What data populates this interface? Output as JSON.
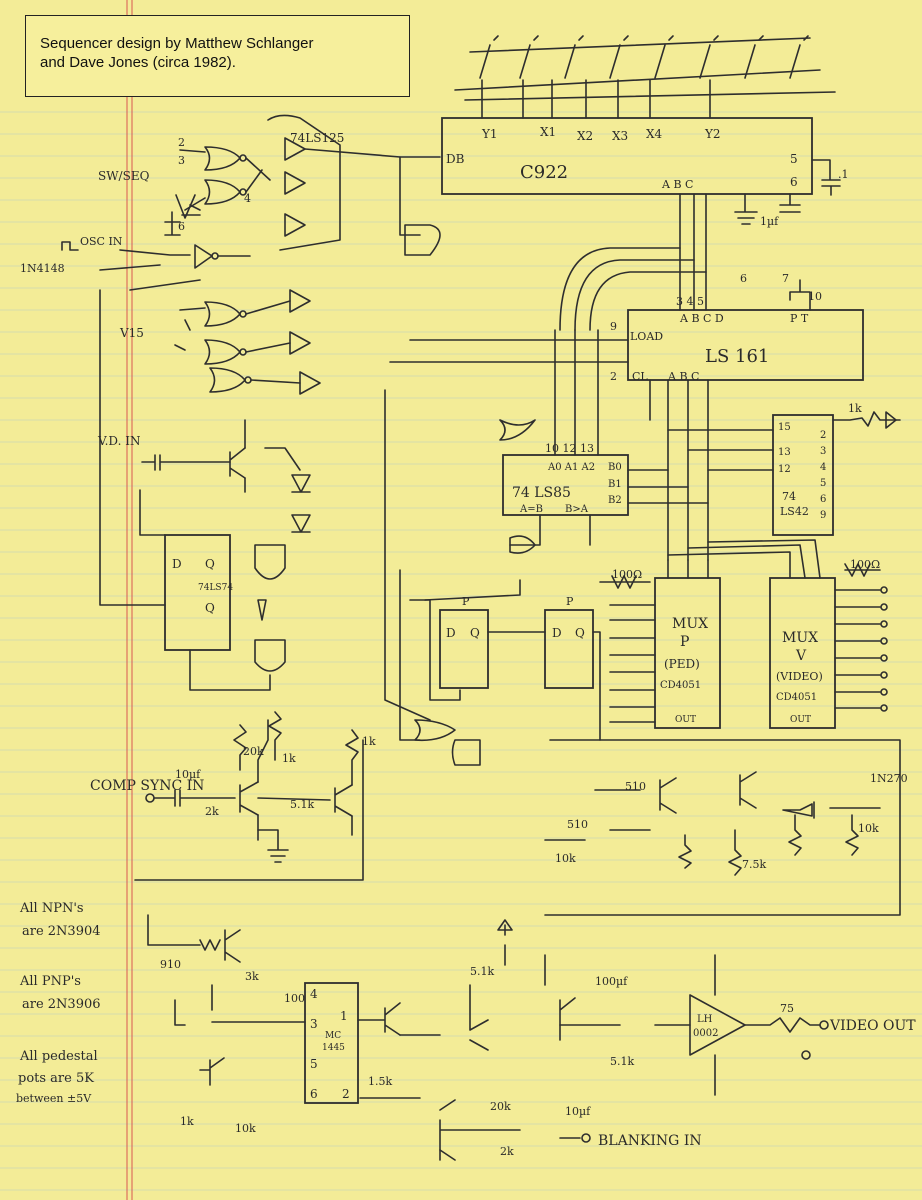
{
  "caption": {
    "line1": "Sequencer design by Matthew Schlanger",
    "line2": "and Dave Jones (circa 1982)."
  },
  "chips": {
    "c922": "C922",
    "ls161": "LS 161",
    "ls85": "74 LS85",
    "ls42": "74 LS42",
    "ls74a": "74LS74",
    "ls125": "74LS125",
    "mux_p": [
      "MUX",
      "P",
      "(PED)",
      "CD4051"
    ],
    "mux_v": [
      "MUX",
      "V",
      "(VIDEO)",
      "CD4051"
    ],
    "mc1445": "MC 1445",
    "lh0002": "LH 0002"
  },
  "signals": {
    "sw_seq": "SW/SEQ",
    "osc_in": "OSC IN",
    "diode": "1N4148",
    "v15": "V15",
    "vd_in": "V.D. IN",
    "comp_sync": "COMP SYNC IN",
    "video_out": "VIDEO OUT",
    "blanking": "BLANKING IN",
    "diode2": "1N270"
  },
  "notes": {
    "npn": [
      "All NPN's",
      "are 2N3904"
    ],
    "pnp": [
      "All PNP's",
      "are 2N3906"
    ],
    "pots": [
      "All pedestal",
      "pots are 5K",
      "between ±5V"
    ]
  },
  "values": [
    "10µf",
    "20k",
    "2k",
    "1k",
    "5.1k",
    "3k",
    "910",
    "510",
    "10k",
    "7.5k",
    "100µf",
    "75",
    ".1",
    "100",
    "1.5k",
    "100Ω",
    "1µf"
  ],
  "colors": {
    "paper": "#f3ec97",
    "ink": "#2e2e2e",
    "margin_line": "#d9534f",
    "rule_line": "#a8c4cf"
  }
}
